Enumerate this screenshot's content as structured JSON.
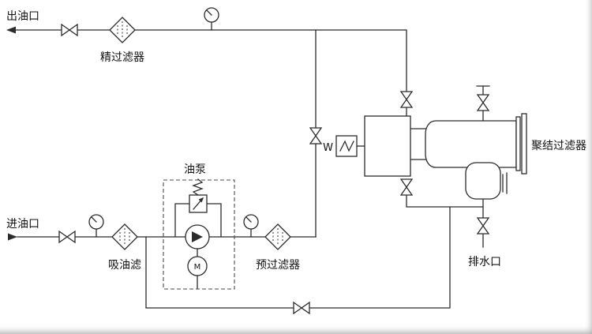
{
  "diagram": {
    "labels": {
      "oil_outlet": "出油口",
      "fine_filter": "精过滤器",
      "oil_inlet": "进油口",
      "suction_filter": "吸油滤",
      "oil_pump": "油泵",
      "pre_filter": "预过滤器",
      "coalescing_filter": "聚结过滤器",
      "drain_port": "排水口",
      "w_mark": "W",
      "motor_mark": "M"
    },
    "colors": {
      "line": "#2b2b2b",
      "background": "#ffffff"
    }
  }
}
